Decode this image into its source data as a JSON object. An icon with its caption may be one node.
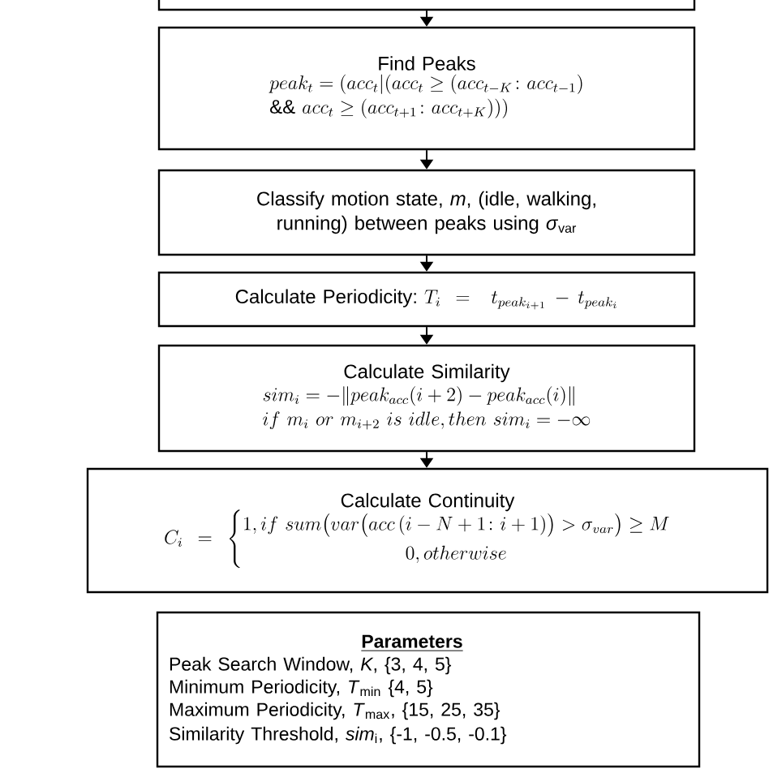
{
  "diagram": {
    "nodes": [
      {
        "text": [],
        "shape": "box"
      },
      {
        "text": [
          "Find Peaks",
          "\\begin{array}{l} peak_t = (acc_t | (acc_t \\geq (acc_{t-K} \\colon acc_{t-1}) \\\\ \\&\\&\\ acc_t \\geq (acc_{t+1} \\colon acc_{t+K}))) \\end{array}"
        ]
      },
      {
        "text": [
          "Classify motion state, *m*, (idle, walking, running) between peaks using *σ*$_{var}$"
        ]
      },
      {
        "text": [
          "Calculate Periodicity:",
          "T_i =\\ t_{peak_{i+1}} - t_{peak_i}"
        ]
      },
      {
        "text": [
          "Calculate Similarity",
          "\\begin{array}{l} sim_i = -\\| peak_{acc}(i+2) - peak_{acc}(i) \\| \\\\ if\\ m_i\\ or\\ m_{i+2}\\ is\\ idle, then\\ sim_i = -\\infty \\end{array}"
        ]
      },
      {
        "text": [
          "Calculate Continuity",
          "C_i = \\begin{cases} 1, if\\ sum\\big(var\\big(acc\\,(i - N + 1 \\colon i + 1)\\big) > \\sigma_{var}\\big) \\geq M \\\\ \\hfill 0, otherwise \\hfill \\end{cases}"
        ]
      },
      {
        "text": [
          "Parameters",
          "Peak Search Window, *K*, {3, 4, 5}",
          "Minimum Periodicity, *T*$_{min}$ {4, 5}",
          "Maximum Periodicity, *T*$_{max}$, {15, 25, 35}",
          "Similarity Threshold, *sim*$_{i}$, {-1, -0.5, -0.1}"
        ]
      }
    ],
    "edges": [
      {
        "from": 0,
        "to": 1,
        "arrow": "to"
      },
      {
        "from": 1,
        "to": 2,
        "arrow": "to"
      },
      {
        "from": 2,
        "to": 3,
        "arrow": "to"
      },
      {
        "from": 3,
        "to": 4,
        "arrow": "to"
      },
      {
        "from": 4,
        "to": 5,
        "arrow": "to"
      }
    ]
  }
}
